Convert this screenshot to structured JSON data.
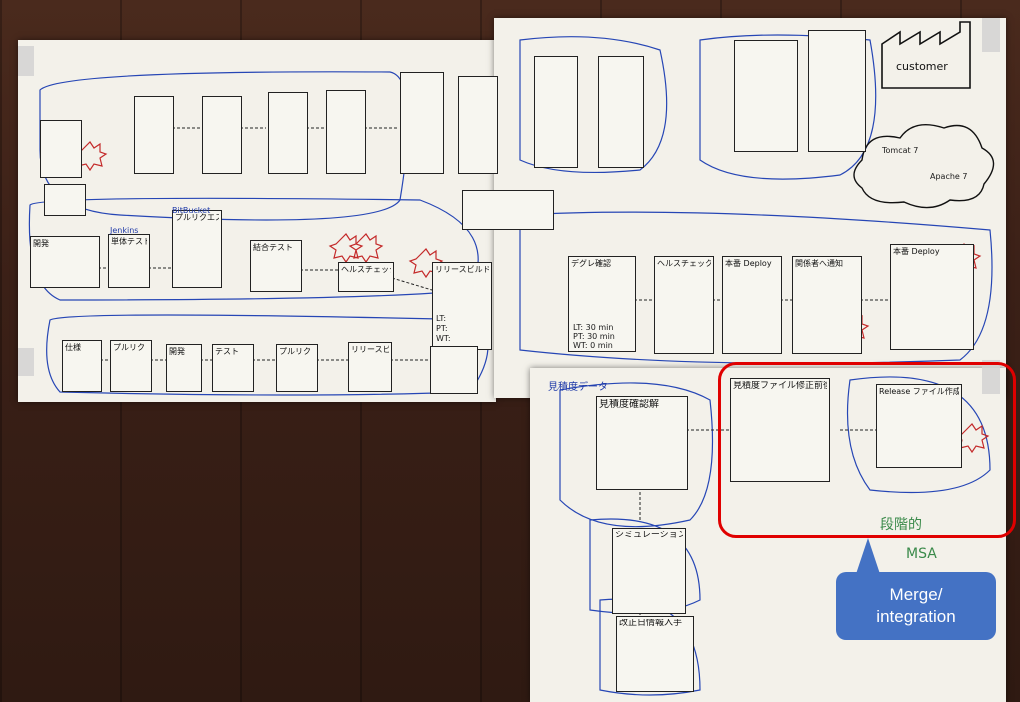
{
  "callout": {
    "line1": "Merge/",
    "line2": "integration"
  },
  "left_chart": {
    "lanes": {
      "top_row_boxes": [
        "",
        "",
        "",
        "",
        "",
        ""
      ],
      "mid_row_boxes": [
        "開発",
        "単体テスト",
        "プルリクエスト",
        "結合テスト",
        "ヘルスチェック",
        "リリースビルド"
      ],
      "bottom_row_boxes": [
        "仕様",
        "プルリク",
        "開発",
        "テスト",
        "プルリク",
        "リリースビルド"
      ]
    },
    "notes": [
      "Jenkins",
      "BitBucket",
      "LT:",
      "PT:",
      "WT:"
    ]
  },
  "right_chart": {
    "top_label": "customer",
    "cloud_label_1": "Tomcat 7",
    "cloud_label_2": "Apache 7",
    "mid_boxes": [
      "デグレ確認",
      "ヘルスチェック",
      "本番 Deploy",
      "関係者へ通知",
      "本番 Deploy"
    ],
    "mid_metrics": [
      "LT: 30 min",
      "PT: 30 min",
      "WT: 0 min"
    ],
    "data_heading": "見積度データ",
    "data_box_1": "見積度確認解",
    "data_box_2": "見積度ファイル修正前後",
    "data_box_3": "Release ファイル作成",
    "lower_box_1": "シミュレーション",
    "lower_box_2": "改正日情報入手",
    "green_text_1": "段階的",
    "green_text_2": "MSA"
  }
}
